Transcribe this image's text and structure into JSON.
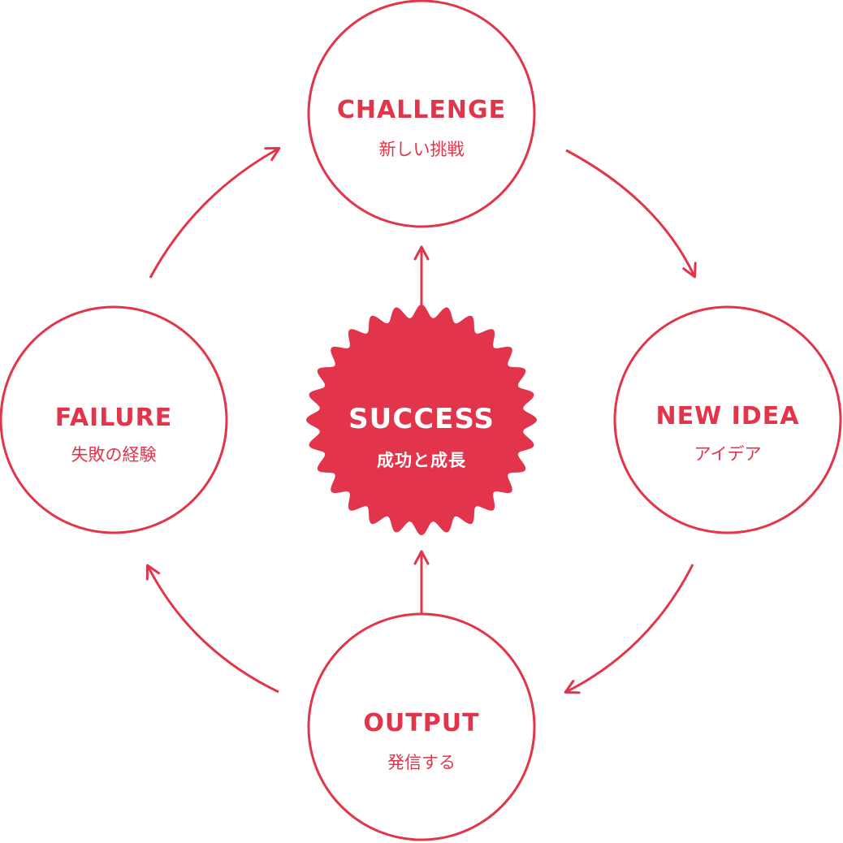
{
  "colors": {
    "accent": "#e2344a",
    "on_accent": "#ffffff",
    "background": "#ffffff"
  },
  "nodes": {
    "challenge": {
      "title": "CHALLENGE",
      "subtitle": "新しい挑戦"
    },
    "new_idea": {
      "title": "NEW IDEA",
      "subtitle": "アイデア"
    },
    "output": {
      "title": "OUTPUT",
      "subtitle": "発信する"
    },
    "failure": {
      "title": "FAILURE",
      "subtitle": "失敗の経験"
    },
    "success": {
      "title": "SUCCESS",
      "subtitle": "成功と成長"
    }
  }
}
